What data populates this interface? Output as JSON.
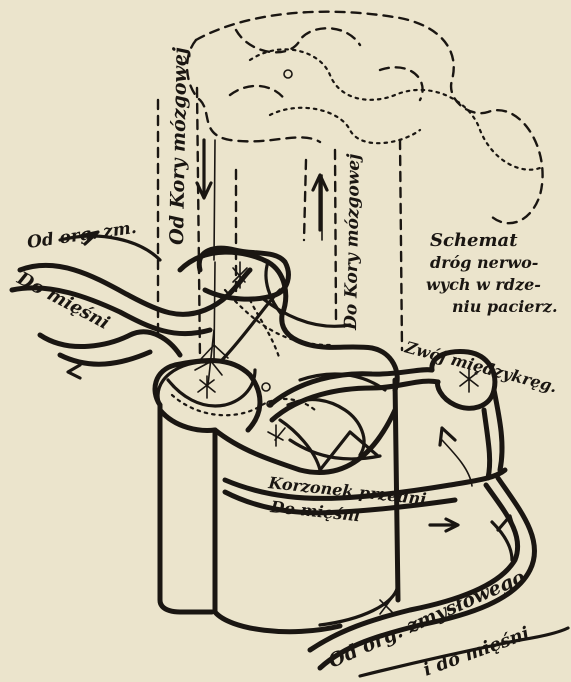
{
  "diagram": {
    "title_lines": [
      "Schemat",
      "dróg nerwo-",
      "wych w rdze-",
      "niu pacierz."
    ],
    "labels": {
      "od_kory_mozgowej": "Od Kory mózgowej",
      "do_kory_mozgowej": "Do Kory mózgowej",
      "od_org_zm": "Od org. zm.",
      "do_miesni_left": "Do mięśni",
      "zwoj_miedzykreg": "Zwój międzykręg.",
      "korzonek_przedni": "Korzonek przedni",
      "do_miesni_center": "Do mięśni",
      "od_org_zmyslowego": "Od org. zmysłowego",
      "i_do_miesni": "i do mięśni"
    }
  }
}
